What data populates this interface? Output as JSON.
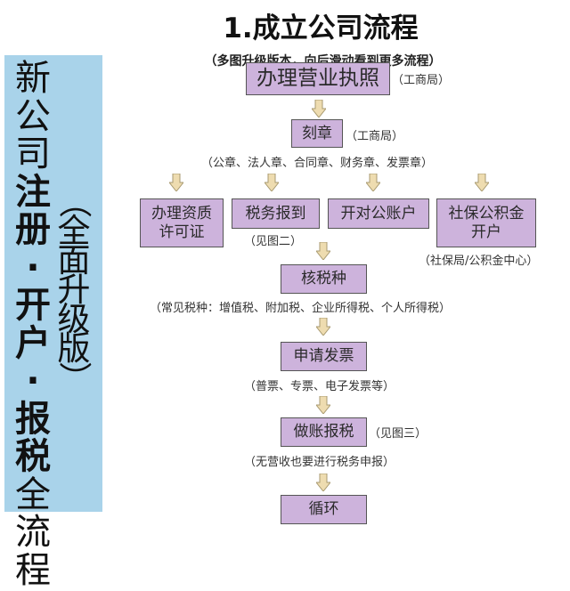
{
  "title": "1.成立公司流程",
  "subtitle": "（多图升级版本，向后滑动看到更多流程）",
  "side_panel": {
    "main_chars": [
      "新",
      "公",
      "司",
      "注",
      "册",
      "·",
      "开",
      "户",
      "·",
      "报",
      "税",
      "全",
      "流",
      "程"
    ],
    "bold_indices": [
      3,
      4,
      5,
      6,
      7,
      8,
      9,
      10
    ],
    "sub_chars": [
      "（",
      "全",
      "面",
      "升",
      "级",
      "版",
      "）"
    ],
    "color": "#a9d3ea"
  },
  "steps": {
    "license": {
      "label": "办理营业执照",
      "note": "（工商局）"
    },
    "seal": {
      "label": "刻章",
      "note": "（工商局）",
      "detail": "（公章、法人章、合同章、财务章、发票章）"
    },
    "qualification": {
      "label_line1": "办理资质",
      "label_line2": "许可证"
    },
    "tax_register": {
      "label": "税务报到",
      "note": "（见图二）"
    },
    "bank_account": {
      "label": "开对公账户"
    },
    "social": {
      "label_line1": "社保公积金",
      "label_line2": "开户",
      "note": "（社保局/公积金中心）"
    },
    "tax_type": {
      "label": "核税种",
      "note": "（常见税种：增值税、附加税、企业所得税、个人所得税）"
    },
    "invoice": {
      "label": "申请发票",
      "note": "（普票、专票、电子发票等）"
    },
    "bookkeeping": {
      "label": "做账报税",
      "note": "（见图三）",
      "detail": "（无营收也要进行税务申报）"
    },
    "loop": {
      "label": "循环"
    }
  },
  "colors": {
    "box": "#cdb3dc",
    "arrow": "#eedcb0"
  }
}
